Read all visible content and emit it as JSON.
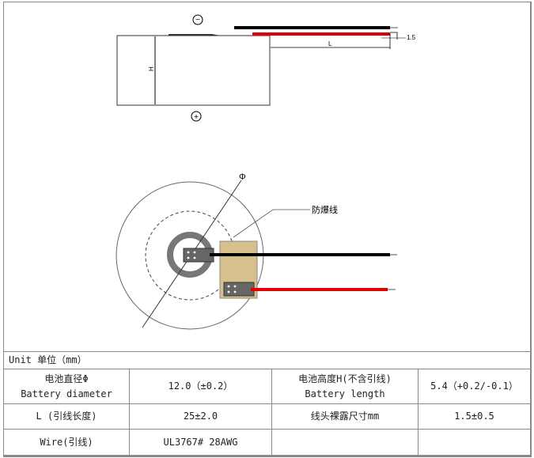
{
  "drawing": {
    "neg_symbol": "−",
    "pos_symbol": "+",
    "height_label": "H",
    "length_label": "L",
    "strip_label": "1.5",
    "diameter_symbol": "Φ",
    "fuse_label": "防爆线",
    "colors": {
      "wire_black": "#000000",
      "wire_red": "#e00000",
      "tab_fill": "#d8c08c",
      "ring": "#777777"
    }
  },
  "table": {
    "unit": "Unit 单位（mm）",
    "rows": [
      {
        "c1a": "电池直径Φ",
        "c1b": "Battery diameter",
        "c2": "12.0（±0.2）",
        "c3a": "电池高度H(不含引线)",
        "c3b": "Battery length",
        "c4": "5.4（+0.2/-0.1）"
      },
      {
        "c1": "L (引线长度)",
        "c2": "25±2.0",
        "c3": "线头裸露尺寸mm",
        "c4": "1.5±0.5"
      },
      {
        "c1": "Wire(引线)",
        "c2": "UL3767# 28AWG",
        "c3": "",
        "c4": ""
      }
    ]
  }
}
